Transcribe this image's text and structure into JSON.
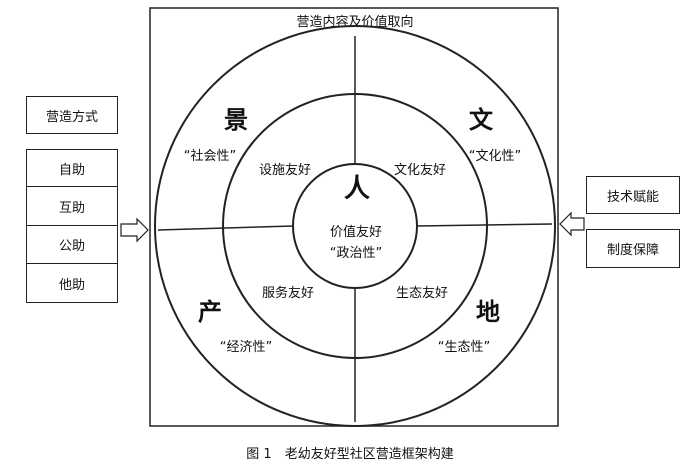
{
  "frame": {
    "title": "营造内容及价值取向"
  },
  "center": {
    "glyph": "人",
    "line1": "价值友好",
    "line2": "“政治性”"
  },
  "quadrants": [
    {
      "glyph": "景",
      "outer_label": "“社会性”",
      "inner_label": "设施友好"
    },
    {
      "glyph": "文",
      "outer_label": "“文化性”",
      "inner_label": "文化友好"
    },
    {
      "glyph": "产",
      "outer_label": "“经济性”",
      "inner_label": "服务友好"
    },
    {
      "glyph": "地",
      "outer_label": "“生态性”",
      "inner_label": "生态友好"
    }
  ],
  "left_panel": {
    "header": "营造方式",
    "items": [
      "自助",
      "互助",
      "公助",
      "他助"
    ]
  },
  "right_panel": {
    "items": [
      "技术赋能",
      "制度保障"
    ]
  },
  "caption": "图 1　老幼友好型社区营造框架构建"
}
